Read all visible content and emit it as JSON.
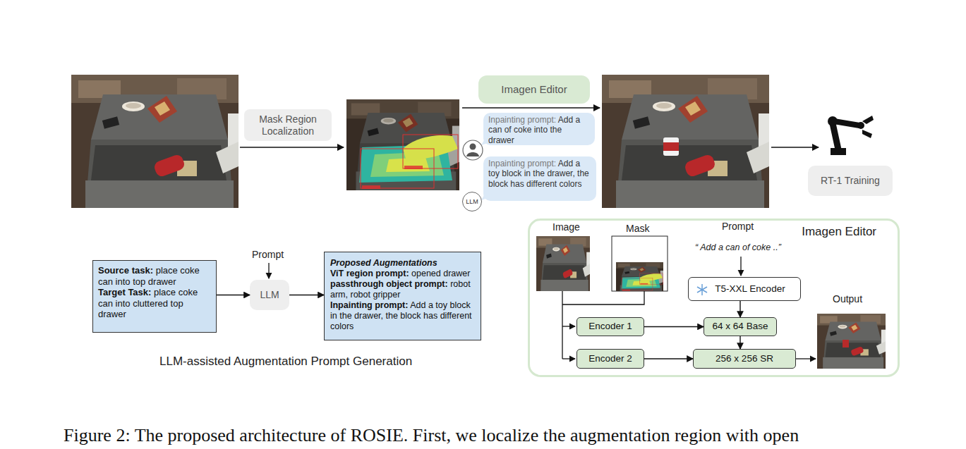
{
  "diagram": {
    "caption": "Figure 2: The proposed architecture of ROSIE. First, we localize the augmentation region with open",
    "nodes": [
      {
        "text": [
          "Mask Region Localization"
        ]
      },
      {
        "text": [
          "Imagen Editor"
        ]
      },
      {
        "text": [
          "Inpainting prompt: Add a can of coke into the drawer"
        ]
      },
      {
        "text": [
          "Inpainting prompt: Add a toy block in the drawer, the block has different colors"
        ]
      },
      {
        "text": [
          "LLM"
        ]
      },
      {
        "text": [
          "RT-1 Training"
        ]
      },
      {
        "text": [
          "Source task: place coke can into top drawer",
          "Target Task: place coke can into cluttered top drawer"
        ]
      },
      {
        "text": [
          "LLM"
        ]
      },
      {
        "text": [
          "Proposed Augmentations",
          "ViT region prompt: opened drawer",
          "passthrough object prompt: robot arm, robot gripper",
          "Inpainting prompt: Add a toy block in the drawer, the block has different colors"
        ]
      },
      {
        "text": [
          "Imagen Editor"
        ]
      },
      {
        "text": [
          "T5-XXL Encoder"
        ],
        "in": 9
      },
      {
        "text": [
          "Encoder 1"
        ],
        "in": 9
      },
      {
        "text": [
          "64 x 64 Base"
        ],
        "in": 9
      },
      {
        "text": [
          "Encoder 2"
        ],
        "in": 9
      },
      {
        "text": [
          "256 x 256 SR"
        ],
        "in": 9
      }
    ],
    "edges": [
      {
        "from": 6,
        "to": 7,
        "arrow": "to"
      },
      {
        "from": 7,
        "to": 8,
        "arrow": "to"
      },
      {
        "from": 10,
        "to": 12,
        "arrow": "to"
      },
      {
        "from": 11,
        "to": 12,
        "arrow": "to"
      },
      {
        "from": 12,
        "to": 14,
        "arrow": "to"
      },
      {
        "from": 13,
        "to": 14,
        "arrow": "to"
      }
    ],
    "labels": [
      "Prompt",
      "LLM-assisted Augmentation Prompt Generation",
      "Image",
      "Mask",
      "Prompt",
      "“ Add a can of coke ..”",
      "Output"
    ]
  }
}
